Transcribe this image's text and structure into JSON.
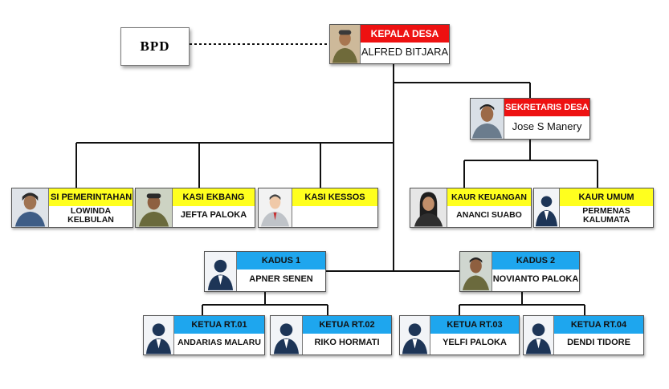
{
  "bpd": {
    "label": "BPD"
  },
  "kepala_desa": {
    "title": "KEPALA DESA",
    "name": "ALFRED BITJARA"
  },
  "sekretaris_desa": {
    "title": "SEKRETARIS DESA",
    "name": "Jose S Manery"
  },
  "kasi_pemerintahan": {
    "title": "SI PEMERINTAHAN",
    "name": "LOWINDA\nKELBULAN"
  },
  "kasi_ekbang": {
    "title": "KASI EKBANG",
    "name": "JEFTA PALOKA"
  },
  "kasi_kessos": {
    "title": "KASI KESSOS",
    "name": ""
  },
  "kaur_keuangan": {
    "title": "KAUR KEUANGAN",
    "name": "ANANCI SUABO"
  },
  "kaur_umum": {
    "title": "KAUR UMUM",
    "name": "PERMENAS\nKALUMATA"
  },
  "kadus_1": {
    "title": "KADUS 1",
    "name": "APNER SENEN"
  },
  "kadus_2": {
    "title": "KADUS 2",
    "name": "NOVIANTO PALOKA"
  },
  "rt01": {
    "title": "KETUA RT.01",
    "name": "ANDARIAS MALARU"
  },
  "rt02": {
    "title": "KETUA RT.02",
    "name": "RIKO HORMATI"
  },
  "rt03": {
    "title": "KETUA RT.03",
    "name": "YELFI PALOKA"
  },
  "rt04": {
    "title": "KETUA RT.04",
    "name": "DENDI TIDORE"
  },
  "colors": {
    "red": "#ee1111",
    "yellow": "#ffff1e",
    "blue": "#1ea6ee"
  }
}
